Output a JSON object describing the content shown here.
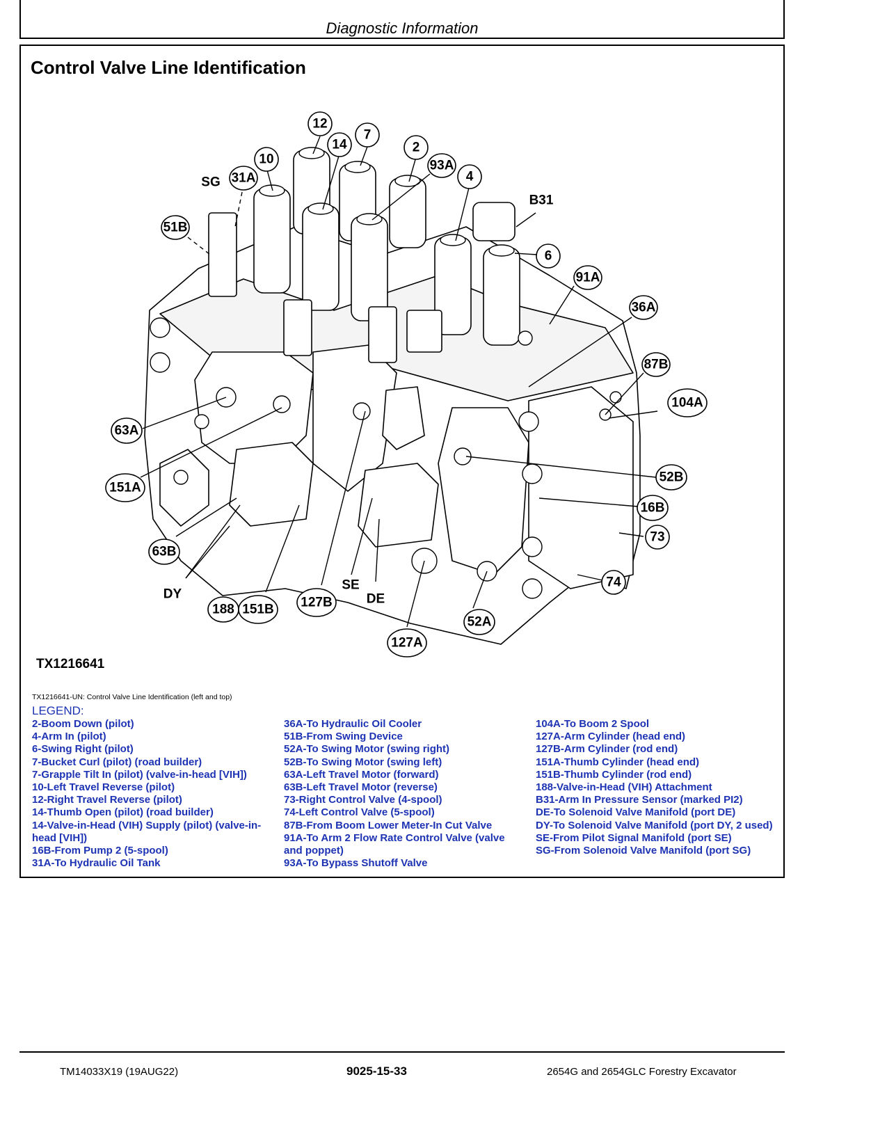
{
  "header": {
    "text": "Diagnostic Information"
  },
  "title": "Control Valve Line Identification",
  "figure": {
    "id": "TX1216641",
    "caption": "TX1216641-UN: Control Valve Line Identification (left and top)",
    "callouts": {
      "c12": "12",
      "c14": "14",
      "c7": "7",
      "c2": "2",
      "c93A": "93A",
      "c4": "4",
      "c10": "10",
      "c31A": "31A",
      "c51B": "51B",
      "cB31": "B31",
      "c6": "6",
      "c91A": "91A",
      "c36A": "36A",
      "c87B": "87B",
      "c104A": "104A",
      "c63A": "63A",
      "c52B": "52B",
      "c151A": "151A",
      "c16B": "16B",
      "c73": "73",
      "c63B": "63B",
      "c74": "74",
      "c188": "188",
      "c151B": "151B",
      "c127B": "127B",
      "c52A": "52A",
      "c127A": "127A"
    },
    "tags": {
      "SG": "SG",
      "B31": "B31",
      "DY": "DY",
      "SE": "SE",
      "DE": "DE"
    }
  },
  "legend": {
    "title": "LEGEND:",
    "col1": [
      "2-Boom Down (pilot)",
      "4-Arm In (pilot)",
      "6-Swing Right (pilot)",
      "7-Bucket Curl (pilot) (road builder)",
      "7-Grapple Tilt In (pilot) (valve-in-head [VIH])",
      "10-Left Travel Reverse (pilot)",
      "12-Right Travel Reverse (pilot)",
      "14-Thumb Open (pilot) (road builder)",
      "14-Valve-in-Head (VIH) Supply (pilot) (valve-in-head [VIH])",
      "16B-From Pump 2 (5-spool)",
      "31A-To Hydraulic Oil Tank"
    ],
    "col2": [
      "36A-To Hydraulic Oil Cooler",
      "51B-From Swing Device",
      "52A-To Swing Motor (swing right)",
      "52B-To Swing Motor (swing left)",
      "63A-Left Travel Motor (forward)",
      "63B-Left Travel Motor (reverse)",
      "73-Right Control Valve (4-spool)",
      "74-Left Control Valve (5-spool)",
      "87B-From Boom Lower Meter-In Cut Valve",
      "91A-To Arm 2 Flow Rate Control Valve (valve and poppet)",
      "93A-To Bypass Shutoff Valve"
    ],
    "col3": [
      "104A-To Boom 2 Spool",
      "127A-Arm Cylinder (head end)",
      "127B-Arm Cylinder (rod end)",
      "151A-Thumb Cylinder (head end)",
      "151B-Thumb Cylinder (rod end)",
      "188-Valve-in-Head (VIH) Attachment",
      "B31-Arm In Pressure Sensor (marked PI2)",
      "DE-To Solenoid Valve Manifold (port DE)",
      "DY-To Solenoid Valve Manifold (port DY, 2 used)",
      "SE-From Pilot Signal Manifold (port SE)",
      "SG-From Solenoid Valve Manifold (port SG)"
    ]
  },
  "footer": {
    "left": "TM14033X19 (19AUG22)",
    "center": "9025-15-33",
    "right": "2654G and 2654GLC Forestry Excavator"
  },
  "colors": {
    "legend_text": "#1d33b4",
    "rule": "#000000"
  }
}
